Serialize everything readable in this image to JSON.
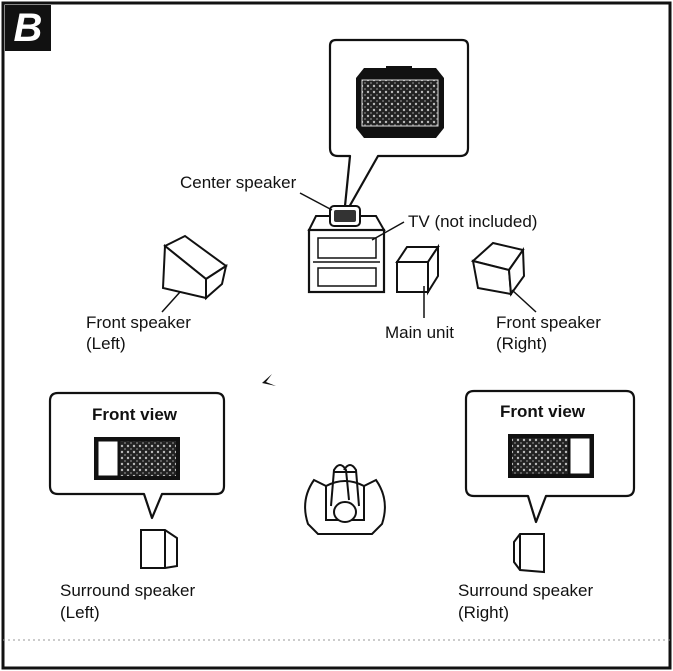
{
  "figure": {
    "badge": "B",
    "labels": {
      "center_speaker": "Center speaker",
      "tv": "TV (not included)",
      "front_left_line1": "Front speaker",
      "front_left_line2": "(Left)",
      "main_unit": "Main unit",
      "front_right_line1": "Front speaker",
      "front_right_line2": "(Right)",
      "front_view_left": "Front view",
      "front_view_right": "Front view",
      "surround_left_line1": "Surround speaker",
      "surround_left_line2": "(Left)",
      "surround_right_line1": "Surround speaker",
      "surround_right_line2": "(Right)"
    }
  }
}
